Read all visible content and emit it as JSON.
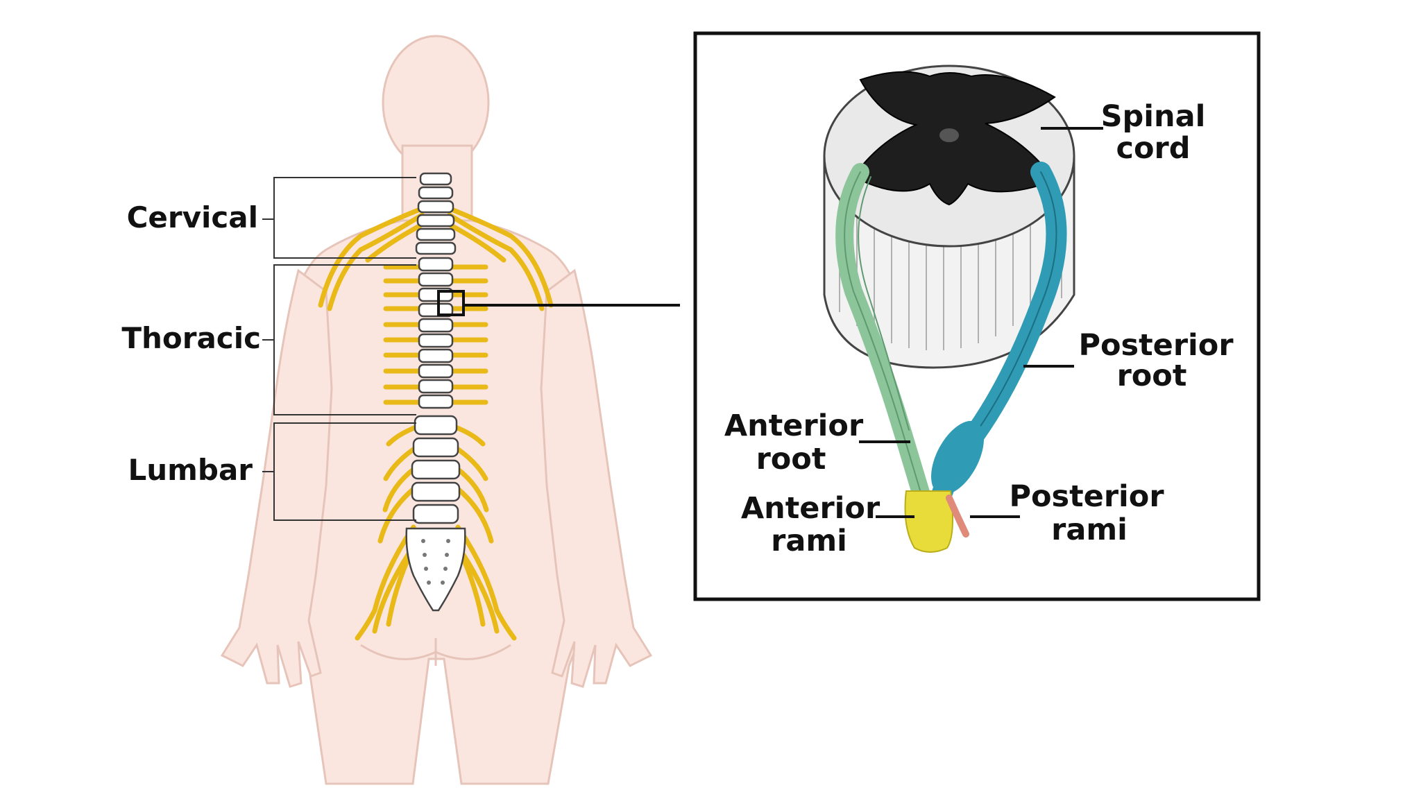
{
  "figure": {
    "regions": {
      "cervical": "Cervical",
      "thoracic": "Thoracic",
      "lumbar": "Lumbar"
    },
    "inset": {
      "spinal_cord": [
        "Spinal",
        "cord"
      ],
      "posterior_root": [
        "Posterior",
        "root"
      ],
      "anterior_root": [
        "Anterior",
        "root"
      ],
      "anterior_rami": [
        "Anterior",
        "rami"
      ],
      "posterior_rami": [
        "Posterior",
        "rami"
      ]
    }
  },
  "colors": {
    "skin": "#fbe6df",
    "skin_outline": "#e6c4b9",
    "nerve": "#e8b917",
    "bone": "#ffffff",
    "anterior_root": "#8cc59a",
    "posterior_root": "#2f9bb4",
    "rami_yellow": "#e7dc3a",
    "posterior_rami": "#e08a7a",
    "cord_gray": "#1e1e1e"
  }
}
